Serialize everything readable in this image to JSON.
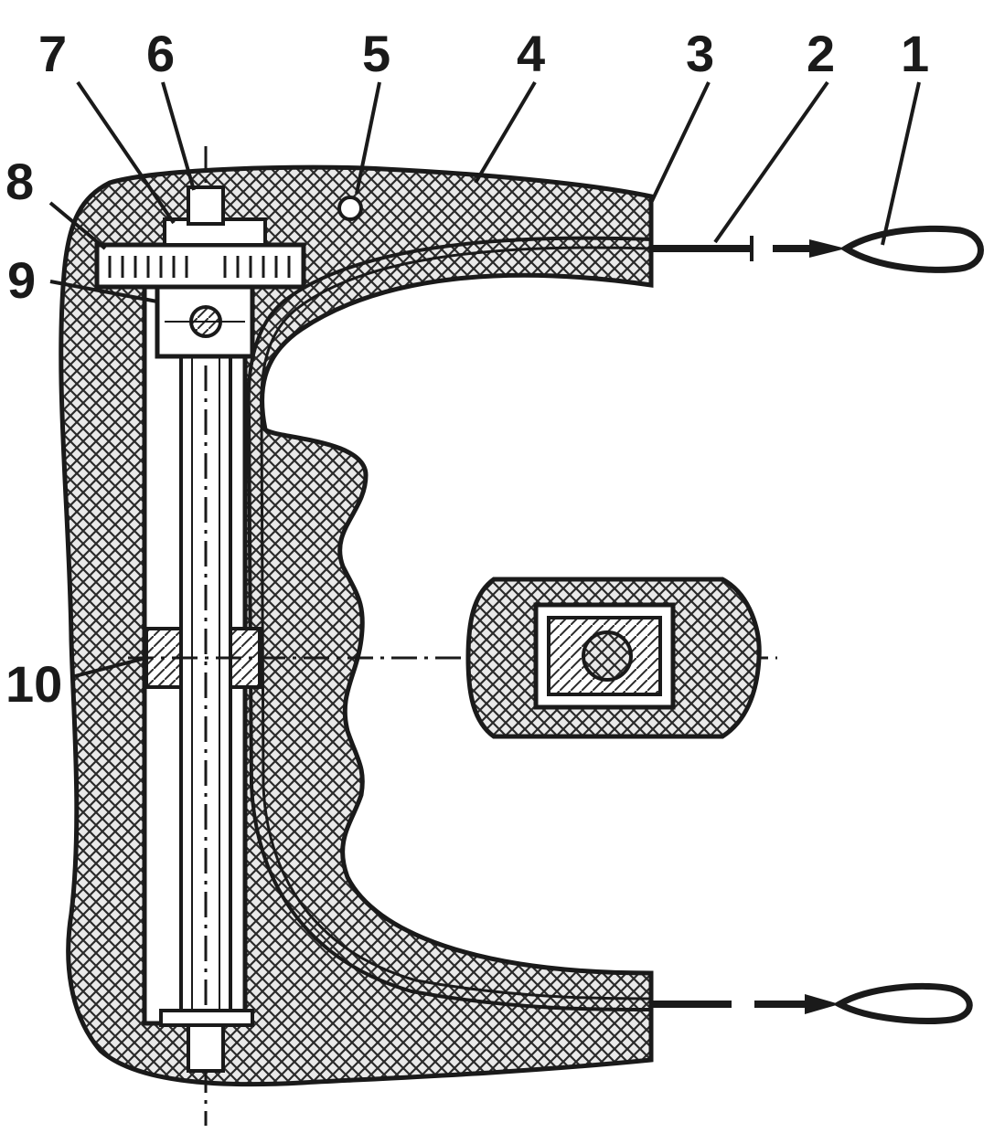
{
  "diagram": {
    "callouts": [
      {
        "id": "1",
        "text": "1"
      },
      {
        "id": "2",
        "text": "2"
      },
      {
        "id": "3",
        "text": "3"
      },
      {
        "id": "4",
        "text": "4"
      },
      {
        "id": "5",
        "text": "5"
      },
      {
        "id": "6",
        "text": "6"
      },
      {
        "id": "7",
        "text": "7"
      },
      {
        "id": "8",
        "text": "8"
      },
      {
        "id": "9",
        "text": "9"
      },
      {
        "id": "10",
        "text": "10"
      }
    ],
    "colors": {
      "ink": "#1a1a1a",
      "paper": "#ffffff",
      "hatch": "#2a2a2a"
    }
  }
}
